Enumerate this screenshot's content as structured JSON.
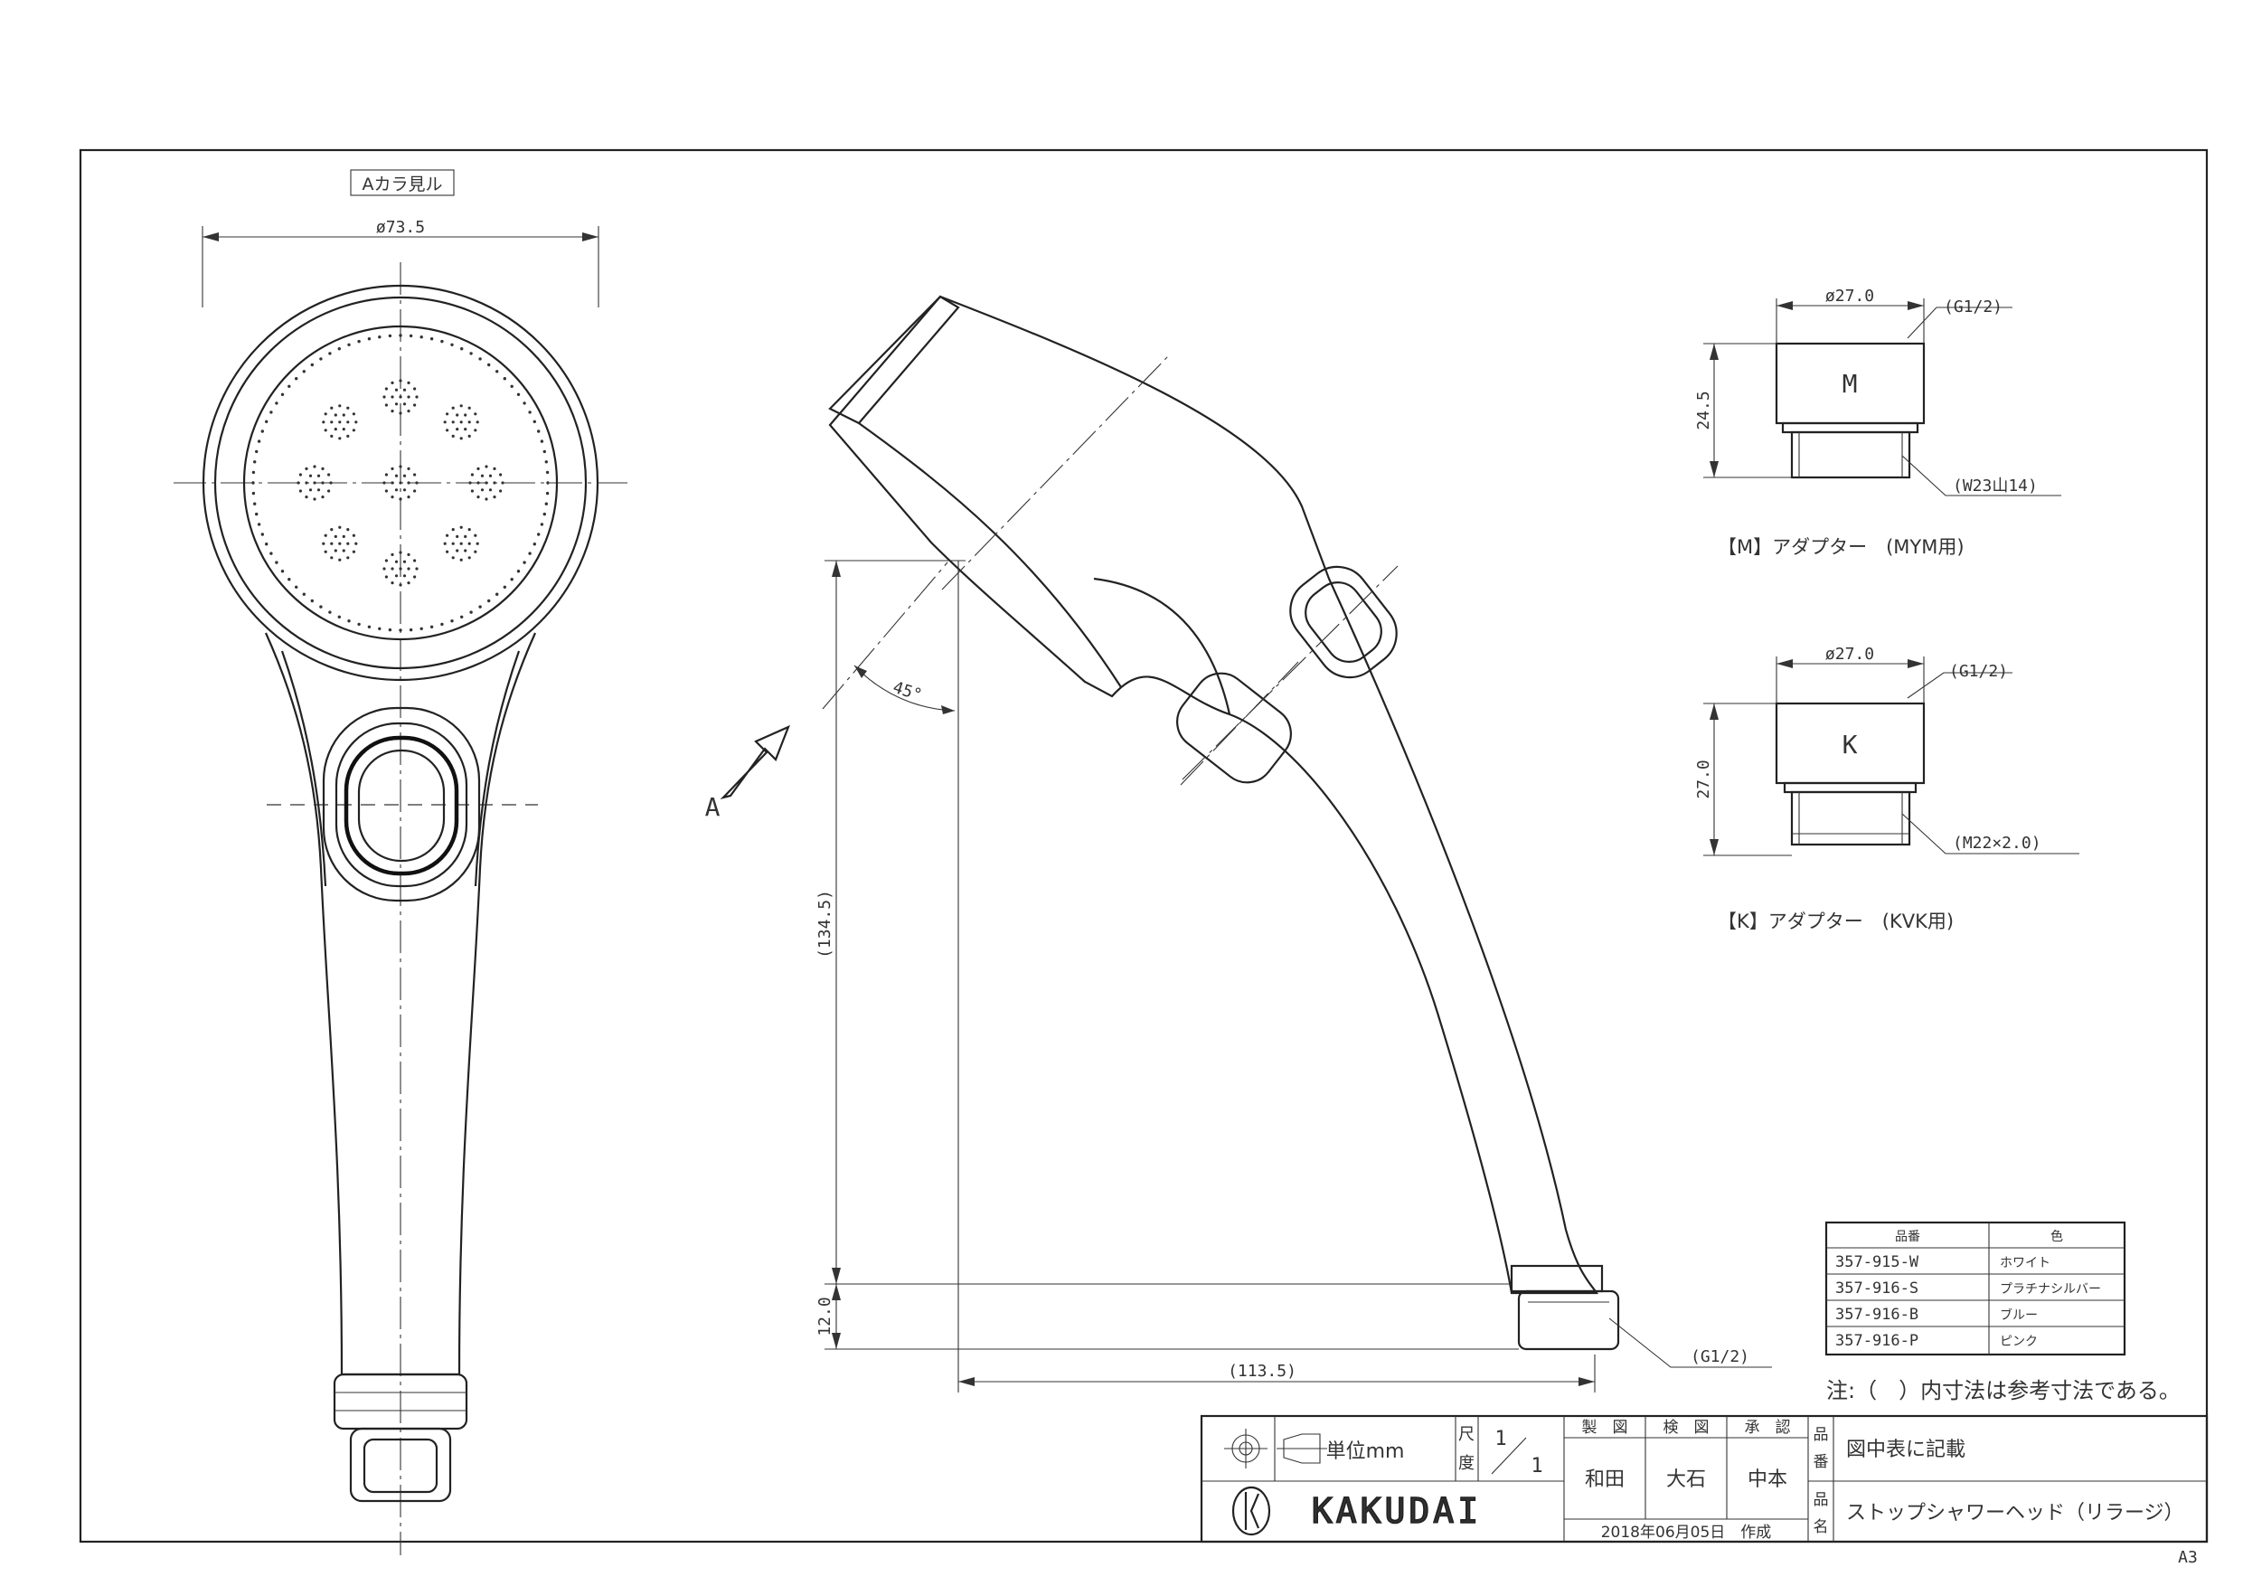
{
  "view_label": "Aカラ見ル",
  "view_arrow_label": "A",
  "dims": {
    "head_diameter": "ø73.5",
    "angle": "45°",
    "height": "(134.5)",
    "base_height": "12.0",
    "depth": "(113.5)",
    "outlet_thread": "(G1/2)"
  },
  "adapters": [
    {
      "letter": "M",
      "diameter": "ø27.0",
      "height": "24.5",
      "inlet_thread": "(G1/2)",
      "outlet_thread": "(W23山14)",
      "caption": "【M】アダプター　(MYM用)"
    },
    {
      "letter": "K",
      "diameter": "ø27.0",
      "height": "27.0",
      "inlet_thread": "(G1/2)",
      "outlet_thread": "(M22×2.0)",
      "caption": "【K】アダプター　(KVK用)"
    }
  ],
  "color_table": {
    "headers": [
      "品番",
      "色"
    ],
    "rows": [
      [
        "357-915-W",
        "ホワイト"
      ],
      [
        "357-916-S",
        "プラチナシルバー"
      ],
      [
        "357-916-B",
        "ブルー"
      ],
      [
        "357-916-P",
        "ピンク"
      ]
    ]
  },
  "note": "注:（　）内寸法は参考寸法である。",
  "title_block": {
    "unit_label": "単位mm",
    "scale_label_1": "尺",
    "scale_label_2": "度",
    "scale_num": "1",
    "scale_den": "1",
    "drawn_label": "製　図",
    "checked_label": "検　図",
    "approved_label": "承　認",
    "drawn_by": "和田",
    "checked_by": "大石",
    "approved_by": "中本",
    "part_no_label_1": "品",
    "part_no_label_2": "番",
    "part_no_value": "図中表に記載",
    "part_name_label_1": "品",
    "part_name_label_2": "名",
    "part_name_value": "ストップシャワーヘッド（リラージ）",
    "company": "KAKUDAI",
    "date": "2018年06月05日　作成"
  },
  "sheet_size": "A3"
}
